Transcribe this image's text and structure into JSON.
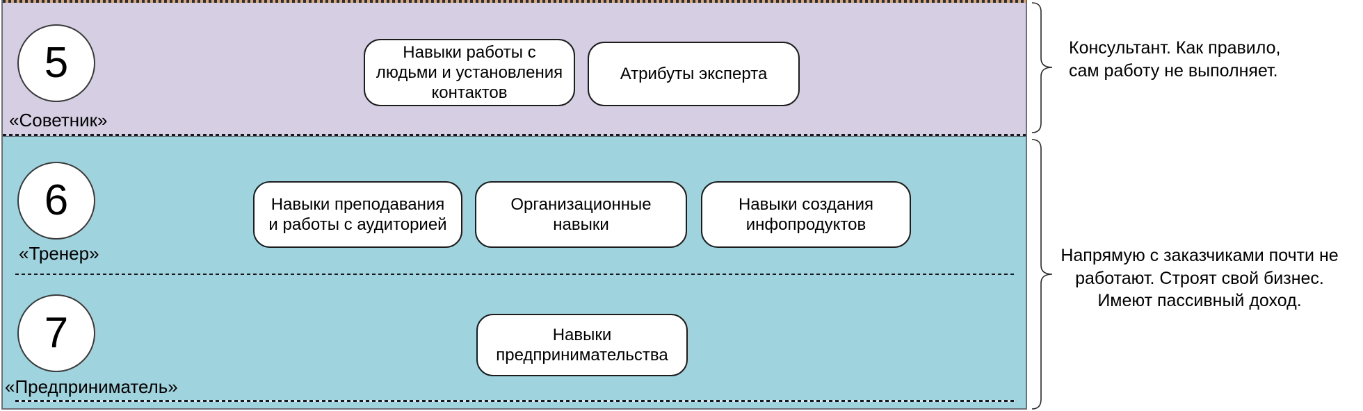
{
  "diagram": {
    "bands": [
      {
        "number": "5",
        "label": "«Советник»",
        "color": "#d6cee3",
        "boxes": [
          "Навыки работы с людьми и установления контактов",
          "Атрибуты эксперта"
        ]
      },
      {
        "number": "6",
        "label": "«Тренер»",
        "color": "#9fd3de",
        "boxes": [
          "Навыки преподавания и работы с аудиторией",
          "Организационные навыки",
          "Навыки создания инфопродуктов"
        ]
      },
      {
        "number": "7",
        "label": "«Предприниматель»",
        "color": "#9fd3de",
        "boxes": [
          "Навыки предпринимательства"
        ]
      }
    ],
    "notes": {
      "advisor": "Консультант. Как правило,\nсам работу не выполняет.",
      "group": "Напрямую с заказчиками почти не\nработают. Строят свой бизнес.\nИмеют пассивный доход."
    }
  }
}
